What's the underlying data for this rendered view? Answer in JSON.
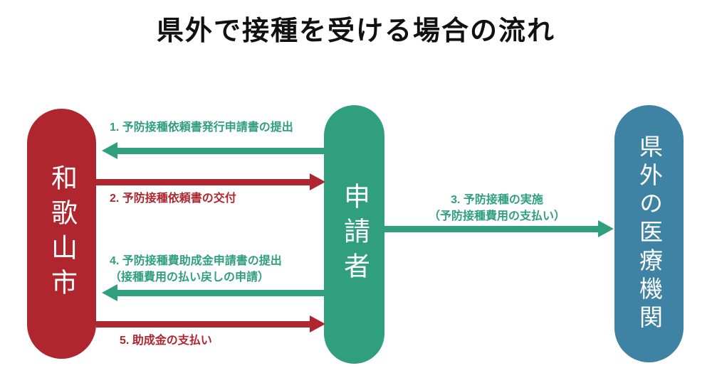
{
  "title": "県外で接種を受ける場合の流れ",
  "colors": {
    "red": "#b0262e",
    "green": "#2f9f7d",
    "blue": "#3e82a4"
  },
  "nodes": {
    "city": {
      "label": "和歌山市"
    },
    "applicant": {
      "label": "申請者"
    },
    "hospital": {
      "label": "県外の医療機関"
    }
  },
  "arrows": {
    "step1": {
      "label": "1. 予防接種依頼書発行申請書の提出",
      "direction": "left",
      "color": "green"
    },
    "step2": {
      "label": "2. 予防接種依頼書の交付",
      "direction": "right",
      "color": "red"
    },
    "step3": {
      "line1": "3. 予防接種の実施",
      "line2": "（予防接種費用の支払い）",
      "direction": "right",
      "color": "green"
    },
    "step4": {
      "line1": "4. 予防接種費助成金申請書の提出",
      "line2": "（接種費用の払い戻しの申請）",
      "direction": "left",
      "color": "green"
    },
    "step5": {
      "label": "5. 助成金の支払い",
      "direction": "right",
      "color": "red"
    }
  }
}
